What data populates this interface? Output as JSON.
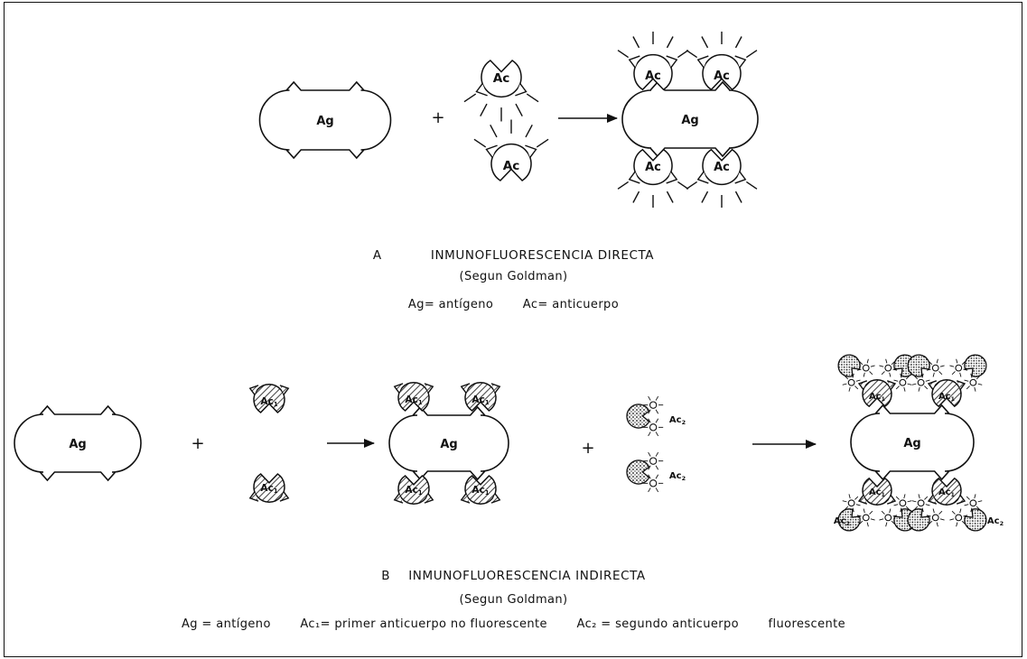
{
  "labels": {
    "antigen": "Ag",
    "antibody": "Ac",
    "first_antibody": "Ac",
    "first_antibody_sub": "1",
    "second_antibody": "Ac",
    "second_antibody_sub": "2",
    "plus": "+"
  },
  "section_a": {
    "letter": "A",
    "title": "INMUNOFLUORESCENCIA DIRECTA",
    "source": "(Segun Goldman)",
    "legend": [
      "Ag= antígeno",
      "Ac= anticuerpo"
    ]
  },
  "section_b": {
    "letter": "B",
    "title": "INMUNOFLUORESCENCIA INDIRECTA",
    "source": "(Segun Goldman)",
    "legend": [
      "Ag = antígeno",
      "Ac₁= primer anticuerpo no fluorescente",
      "Ac₂ = segundo anticuerpo",
      "fluorescente"
    ]
  }
}
